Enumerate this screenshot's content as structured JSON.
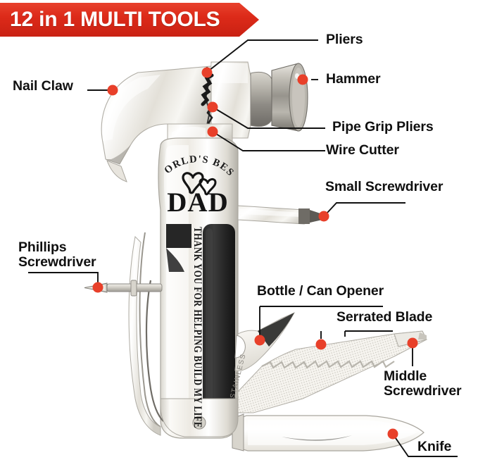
{
  "banner": {
    "title": "12 in 1 MULTI TOOLS",
    "color": "#dc2a19",
    "text_color": "#ffffff"
  },
  "accent": {
    "dot_color": "#e8402a",
    "leader_color": "#111111"
  },
  "product": {
    "engraving_arc": "WORLD'S BEST",
    "engraving_main": "DAD",
    "engraving_vertical": "THANK YOU FOR HELPING BUILD MY LIFE",
    "blade_stamp": "STAINLESS",
    "heart_icon": "double-heart-icon"
  },
  "callouts": [
    {
      "id": "nail-claw",
      "label": "Nail Claw"
    },
    {
      "id": "pliers",
      "label": "Pliers"
    },
    {
      "id": "hammer",
      "label": "Hammer"
    },
    {
      "id": "pipe-grip-pliers",
      "label": "Pipe Grip Pliers"
    },
    {
      "id": "wire-cutter",
      "label": "Wire Cutter"
    },
    {
      "id": "small-screwdriver",
      "label": "Small Screwdriver"
    },
    {
      "id": "phillips-screwdriver",
      "label_line1": "Phillips",
      "label_line2": "Screwdriver"
    },
    {
      "id": "bottle-can-opener",
      "label": "Bottle / Can Opener"
    },
    {
      "id": "serrated-blade",
      "label": "Serrated Blade"
    },
    {
      "id": "middle-screwdriver",
      "label_line1": "Middle",
      "label_line2": "Screwdriver"
    },
    {
      "id": "knife",
      "label": "Knife"
    }
  ]
}
